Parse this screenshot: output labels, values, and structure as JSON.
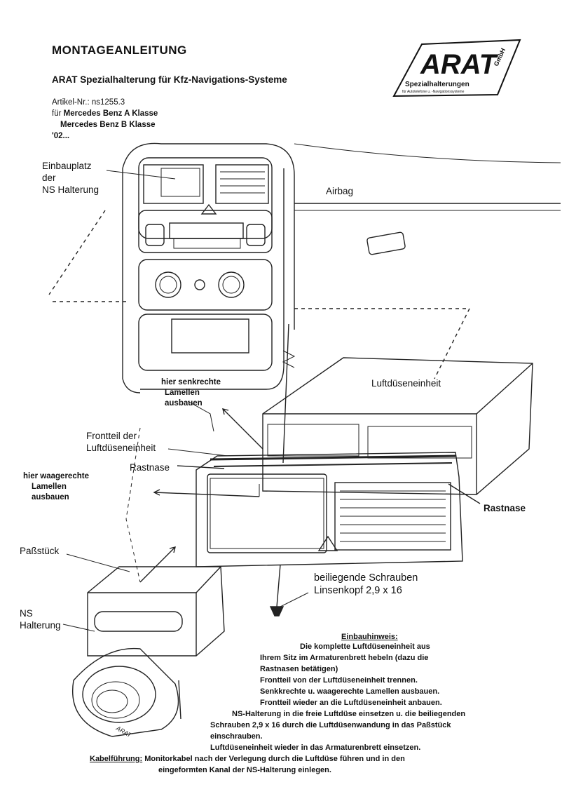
{
  "header": {
    "title": "MONTAGEANLEITUNG",
    "subtitle": "ARAT Spezialhalterung für Kfz-Navigations-Systeme",
    "article_label": "Artikel-Nr.: ns1255.3",
    "for_prefix": "für",
    "vehicle_1": "Mercedes Benz A Klasse",
    "vehicle_2": "Mercedes  Benz B Klasse",
    "year": "'02..."
  },
  "logo": {
    "brand": "ARAT",
    "suffix": "GmbH",
    "line_1": "Spezialhalterungen",
    "line_2": "für Autotelefone u. -Navigationssysteme"
  },
  "labels": {
    "einbauplatz_1": "Einbauplatz",
    "einbauplatz_2": "der",
    "einbauplatz_3": "NS Halterung",
    "airbag": "Airbag",
    "luftduese": "Luftdüseneinheit",
    "senkrecht_1": "hier senkrechte",
    "senkrecht_2": "Lamellen",
    "senkrecht_3": "ausbauen",
    "frontteil_1": "Frontteil der",
    "frontteil_2": "Luftdüseneinheit",
    "rastnase_left": "Rastnase",
    "rastnase_right": "Rastnase",
    "waagerecht_1": "hier waagerechte",
    "waagerecht_2": "Lamellen",
    "waagerecht_3": "ausbauen",
    "passstueck": "Paßstück",
    "ns_1": "NS",
    "ns_2": "Halterung",
    "schrauben_1": "beiliegende Schrauben",
    "schrauben_2": "Linsenkopf 2,9 x 16",
    "bracket_brand": "ARAT"
  },
  "instructions": {
    "heading": "Einbauhinweis:",
    "lines": [
      "Die komplette Luftdüseneinheit aus",
      "Ihrem Sitz im Armaturenbrett hebeln (dazu die",
      "Rastnasen betätigen)",
      "Frontteil von der Luftdüseneinheit trennen.",
      "Senkkrechte u. waagerechte Lamellen ausbauen.",
      "Frontteil wieder an die Luftdüseneinheit anbauen.",
      "NS-Halterung in die freie Luftdüse einsetzen u. die beiliegenden",
      "Schrauben 2,9 x 16 durch die Luftdüsenwandung in das Paßstück",
      "einschrauben.",
      "Luftdüseneinheit wieder in das Armaturenbrett einsetzen."
    ],
    "cable_label": "Kabelführung:",
    "cable_text_1": " Monitorkabel nach der Verlegung durch die Luftdüse führen und in den",
    "cable_text_2": "eingeformten Kanal der NS-Halterung einlegen."
  }
}
